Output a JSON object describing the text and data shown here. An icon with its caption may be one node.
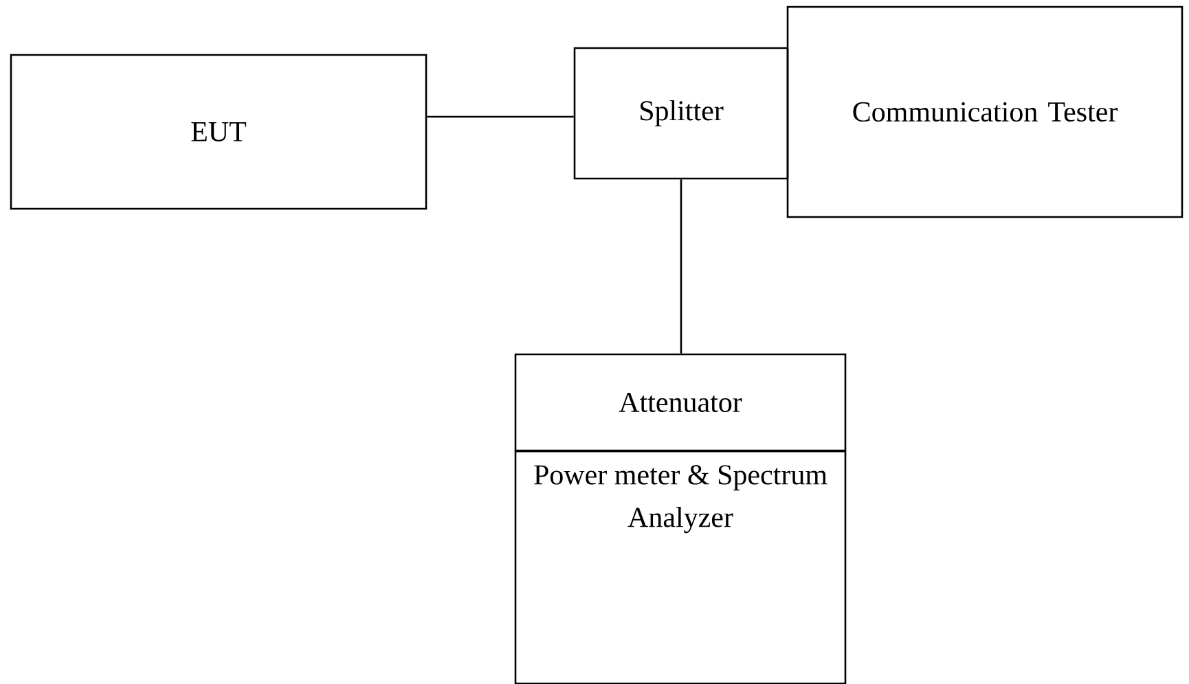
{
  "diagram": {
    "nodes": [
      {
        "text": [
          "EUT"
        ]
      },
      {
        "text": [
          "Splitter"
        ]
      },
      {
        "text": [
          "Communication Tester"
        ]
      },
      {
        "text": [
          "Attenuator"
        ]
      },
      {
        "text": [
          "Power meter & Spectrum Analyzer"
        ]
      }
    ],
    "edges": [
      {
        "from": 0,
        "to": 1,
        "arrow": "none"
      },
      {
        "from": 1,
        "to": 3,
        "arrow": "none"
      }
    ]
  }
}
